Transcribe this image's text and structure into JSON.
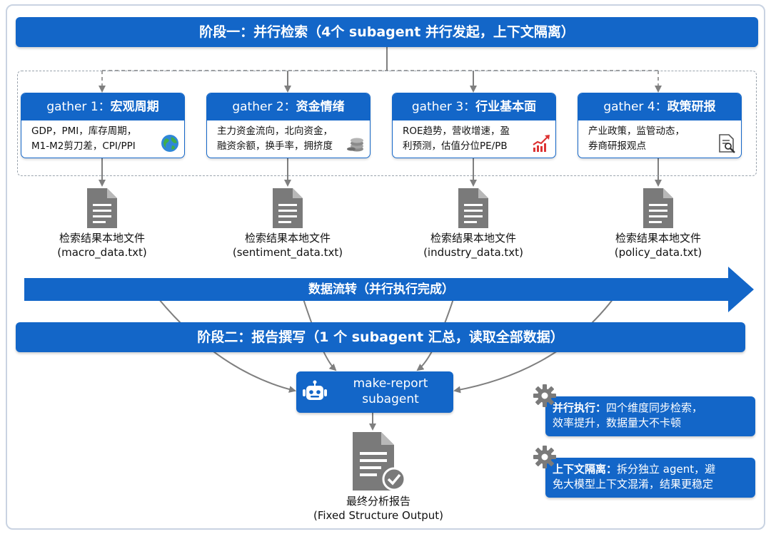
{
  "stage1": {
    "label": "阶段一：并行检索（4个 subagent 并行发起，上下文隔离）"
  },
  "gathers": [
    {
      "prefix": "gather 1：",
      "title": "宏观周期",
      "line1": "GDP，PMI，库存周期，",
      "line2": "M1-M2剪刀差，CPI/PPI",
      "icon": "globe-icon"
    },
    {
      "prefix": "gather 2：",
      "title": "资金情绪",
      "line1": "主力资金流向，北向资金，",
      "line2": "融资余额，换手率，拥挤度",
      "icon": "coins-icon"
    },
    {
      "prefix": "gather 3：",
      "title": "行业基本面",
      "line1": "ROE趋势，营收增速，盈",
      "line2": "利预测，估值分位PE/PB",
      "icon": "trend-chart-icon"
    },
    {
      "prefix": "gather 4：",
      "title": "政策研报",
      "line1": "产业政策，监管动态，",
      "line2": "券商研报观点",
      "icon": "document-search-icon"
    }
  ],
  "files": [
    {
      "label": "检索结果本地文件",
      "filename": "(macro_data.txt)"
    },
    {
      "label": "检索结果本地文件",
      "filename": "(sentiment_data.txt)"
    },
    {
      "label": "检索结果本地文件",
      "filename": "(industry_data.txt)"
    },
    {
      "label": "检索结果本地文件",
      "filename": "(policy_data.txt)"
    }
  ],
  "flow": {
    "label": "数据流转（并行执行完成）"
  },
  "stage2": {
    "label": "阶段二：报告撰写（1 个 subagent 汇总，读取全部数据）"
  },
  "make_report": {
    "line1": "make-report",
    "line2": "subagent",
    "icon": "robot-icon"
  },
  "final": {
    "label": "最终分析报告",
    "sublabel": "(Fixed Structure Output)",
    "icon": "document-check-icon"
  },
  "notes": [
    {
      "title": "并行执行：",
      "text1": "四个维度同步检索，",
      "text2": "效率提升，数据量大不卡顿",
      "icon": "gear-icon"
    },
    {
      "title": "上下文隔离：",
      "text1": "拆分独立 agent，避",
      "text2": "免大模型上下文混淆，结果更稳定",
      "icon": "gear-icon"
    }
  ],
  "colors": {
    "primary": "#1366c8",
    "connector": "#7f7f7f",
    "file_icon": "#7a7a7a"
  }
}
